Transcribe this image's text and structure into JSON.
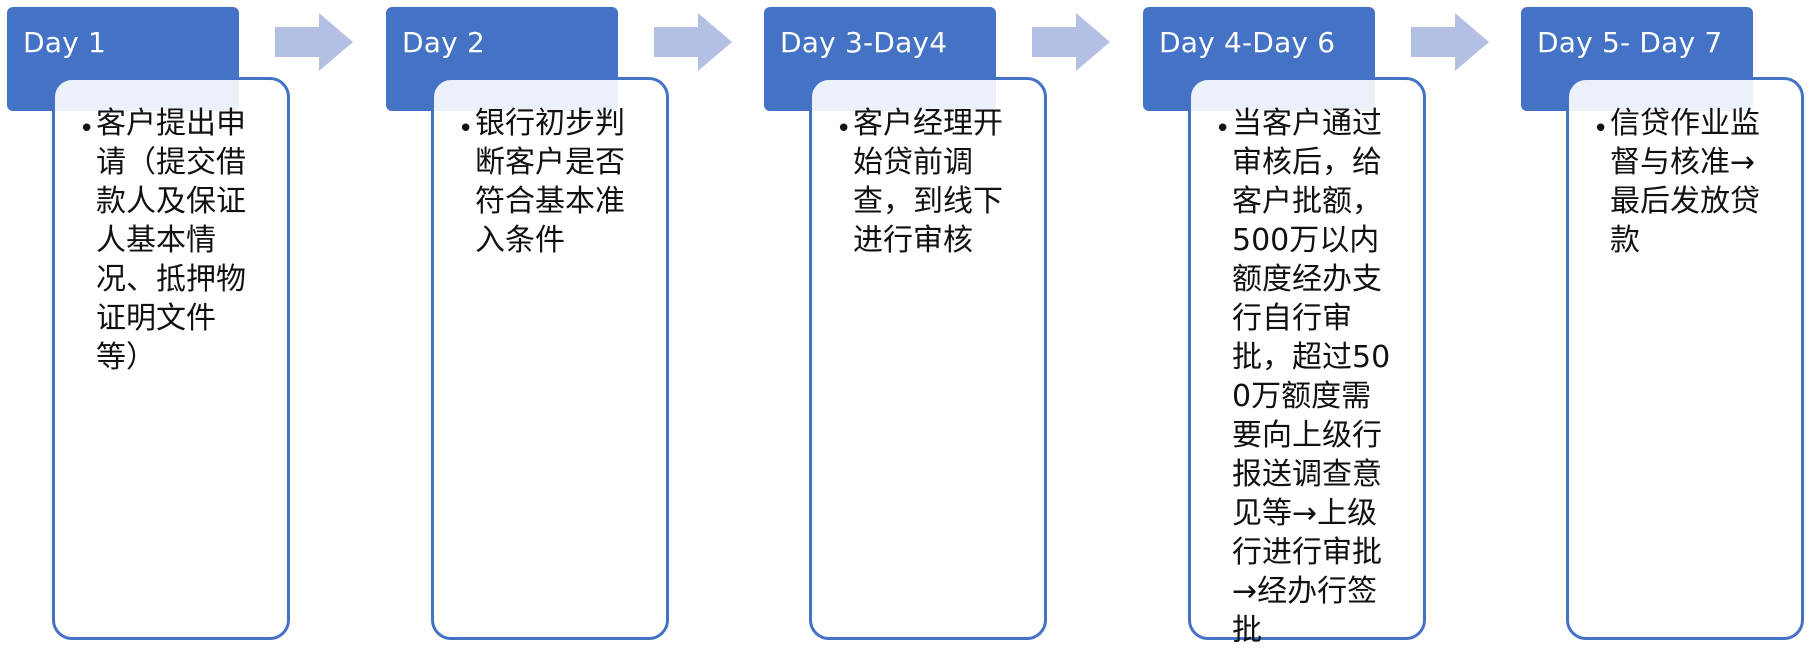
{
  "steps": [
    {
      "label": "Day 1",
      "text": "客户提出申请（提交借款人及保证人基本情况、抵押物证明文件等）"
    },
    {
      "label": "Day 2",
      "text": "银行初步判断客户是否符合基本准入条件"
    },
    {
      "label": "Day 3-Day4",
      "text": "客户经理开始贷前调查，到线下进行审核"
    },
    {
      "label": "Day 4-Day 6",
      "text": "当客户通过审核后，给客户批额，500万以内额度经办支行自行审批，超过500万额度需要向上级行报送调查意见等→上级行进行审批→经办行签批"
    },
    {
      "label": "Day 5- Day 7",
      "text": "信贷作业监督与核准→最后发放贷款"
    }
  ],
  "colors": {
    "header": "#4472C4",
    "card_border": "#4472C4",
    "arrow": "#B4C0E3"
  },
  "icons": {
    "bullet": "•",
    "connector": "right-arrow-icon"
  }
}
